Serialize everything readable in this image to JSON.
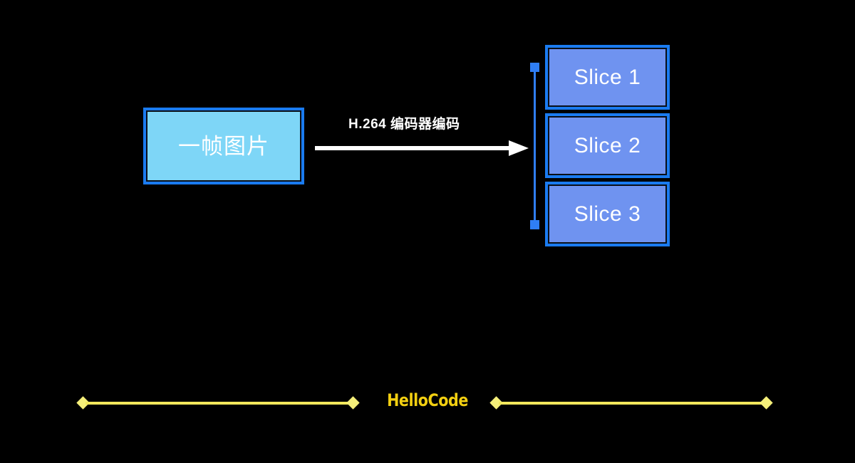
{
  "diagram": {
    "background_color": "#000000",
    "source": {
      "label": "一帧图片",
      "fill_color": "#7ed6f7",
      "border_color": "#1a7bf0"
    },
    "arrow": {
      "label": "H.264 编码器编码",
      "color": "#ffffff",
      "icon": "arrow-right-icon"
    },
    "bracket": {
      "icon": "vertical-bracket-icon",
      "color": "#2f7ef5"
    },
    "slices": [
      {
        "label": "Slice 1",
        "fill_color": "#6f93f0",
        "border_color": "#1a7bf0"
      },
      {
        "label": "Slice 2",
        "fill_color": "#6f93f0",
        "border_color": "#1a7bf0"
      },
      {
        "label": "Slice 3",
        "fill_color": "#6f93f0",
        "border_color": "#1a7bf0"
      }
    ]
  },
  "footer": {
    "watermark": "HelloCode",
    "watermark_color": "#f2cf11",
    "rule_color": "#f2e85c",
    "rule_cap_icon": "diamond-icon"
  }
}
